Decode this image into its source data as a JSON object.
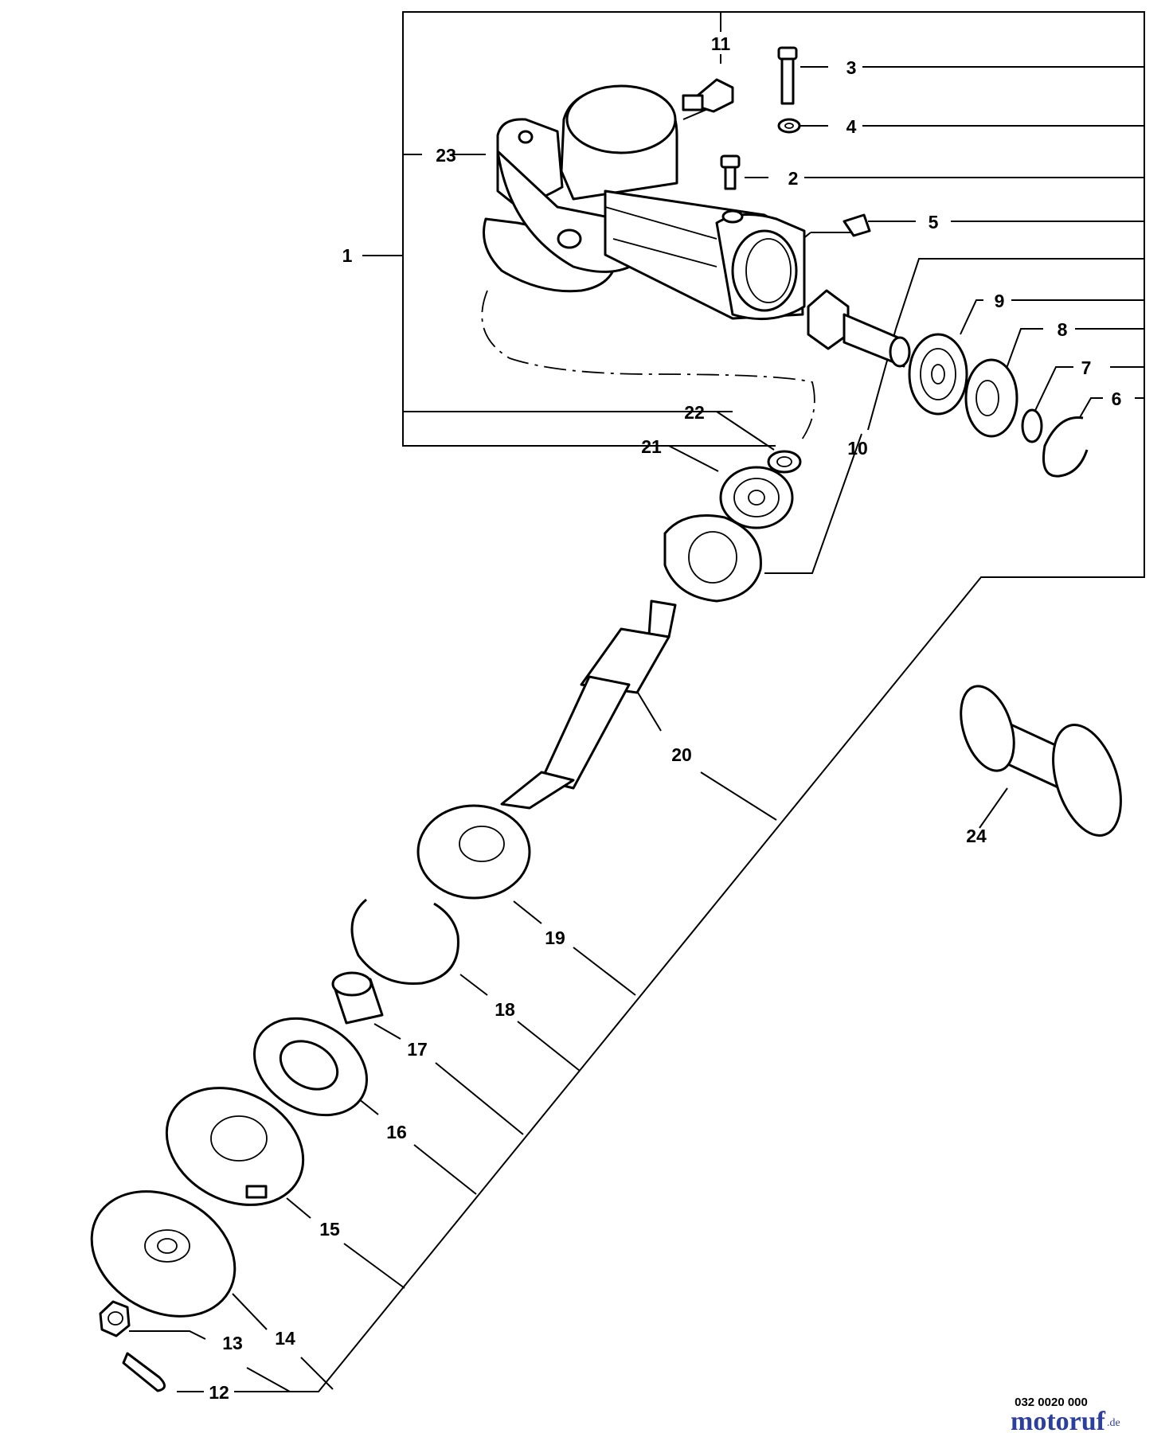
{
  "callouts": {
    "c1": "1",
    "c2": "2",
    "c3": "3",
    "c4": "4",
    "c5": "5",
    "c6": "6",
    "c7": "7",
    "c8": "8",
    "c9": "9",
    "c10": "10",
    "c11": "11",
    "c12": "12",
    "c13": "13",
    "c14": "14",
    "c15": "15",
    "c16": "16",
    "c17": "17",
    "c18": "18",
    "c19": "19",
    "c20": "20",
    "c21": "21",
    "c22": "22",
    "c23": "23",
    "c24": "24"
  },
  "footer": {
    "diagram_code": "032 0020 000",
    "watermark_main": "motoruf",
    "watermark_suffix": ".de"
  },
  "colors": {
    "line": "#000000",
    "watermark_blue": "#2b3f9e",
    "watermark_orange": "#f08a1c"
  }
}
